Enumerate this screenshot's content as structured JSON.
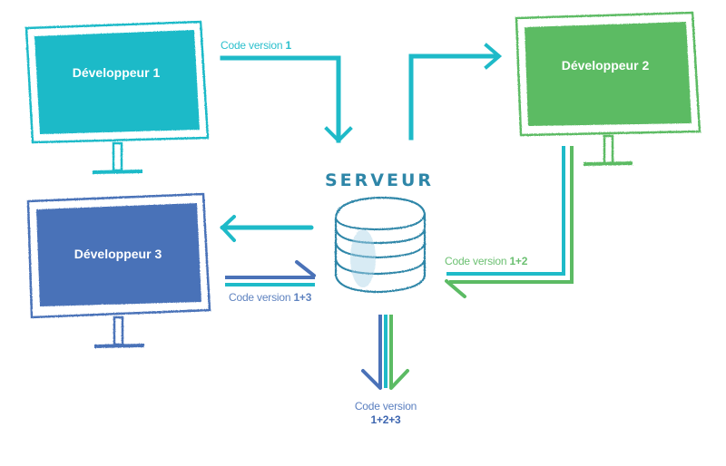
{
  "colors": {
    "dev1": "#1ebac8",
    "dev2": "#5cbb64",
    "dev3": "#4a72b8",
    "server": "#2e86a8",
    "label_dev1": "#2cc0cd",
    "label_dev2": "#6cc072",
    "label_dev3": "#5f83c0",
    "label_final": "#5a7fc0"
  },
  "developers": [
    {
      "name": "Développeur",
      "number": "1",
      "color_key": "dev1"
    },
    {
      "name": "Développeur",
      "number": "2",
      "color_key": "dev2"
    },
    {
      "name": "Développeur",
      "number": "3",
      "color_key": "dev3"
    }
  ],
  "server": {
    "title": "SERVEUR",
    "icon": "database-icon"
  },
  "flows": [
    {
      "id": "dev1-to-server",
      "label_prefix": "Code version",
      "label_version": "1",
      "direction": "to-server"
    },
    {
      "id": "server-to-dev2",
      "label_prefix": "",
      "label_version": "",
      "direction": "to-developer"
    },
    {
      "id": "dev2-to-server",
      "label_prefix": "Code version",
      "label_version": "1+2",
      "direction": "to-server"
    },
    {
      "id": "server-to-dev3",
      "label_prefix": "",
      "label_version": "",
      "direction": "to-developer"
    },
    {
      "id": "dev3-to-server",
      "label_prefix": "Code version",
      "label_version": "1+3",
      "direction": "to-server"
    },
    {
      "id": "server-output",
      "label_prefix": "Code version",
      "label_version": "1+2+3",
      "direction": "output"
    }
  ]
}
